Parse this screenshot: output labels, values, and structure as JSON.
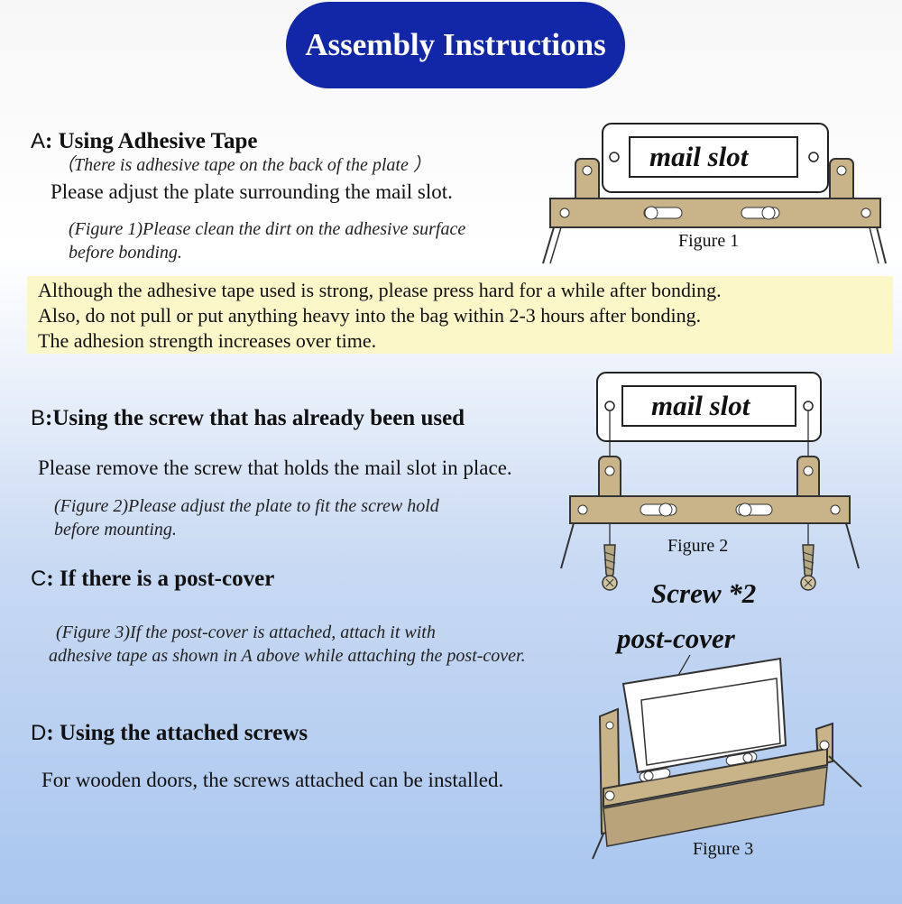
{
  "title": "Assembly Instructions",
  "section_a": {
    "letter": "A",
    "heading": ": Using Adhesive Tape",
    "note": "（There is adhesive tape on the back of the plate ）",
    "body": "Please adjust the plate surrounding the mail slot.",
    "figure_note_line1": "(Figure 1)Please clean the dirt on the adhesive surface",
    "figure_note_line2": "before bonding."
  },
  "notice": {
    "line1": "Although the adhesive tape used is strong, please press hard for a while after bonding.",
    "line2": "Also, do not pull or put anything heavy into the bag within 2-3 hours after bonding.",
    "line3": "The adhesion strength increases over time."
  },
  "section_b": {
    "letter": "B",
    "heading": ":Using the screw that has already been used",
    "body": "Please remove the screw that holds the mail slot in place.",
    "figure_note_line1": "(Figure 2)Please adjust the plate to fit the  screw hold",
    "figure_note_line2": "before mounting."
  },
  "section_c": {
    "letter": "C",
    "heading": ": If there is a post-cover",
    "figure_note_line1": "(Figure 3)If the post-cover is attached, attach it with",
    "figure_note_line2": "adhesive tape as shown in A above while attaching the post-cover."
  },
  "section_d": {
    "letter": "D",
    "heading": ": Using the attached screws",
    "body": "For wooden doors, the screws attached can be installed."
  },
  "figures": {
    "fig1_slot_label": "mail slot",
    "fig1_caption": "Figure 1",
    "fig2_slot_label": "mail slot",
    "fig2_caption": "Figure 2",
    "screw_label": "Screw *2",
    "post_cover_label": "post-cover",
    "fig3_caption": "Figure 3"
  },
  "colors": {
    "title_badge": "#1226a8",
    "notice_highlight": "#fbf7c8",
    "bracket": "#c9b48a"
  }
}
